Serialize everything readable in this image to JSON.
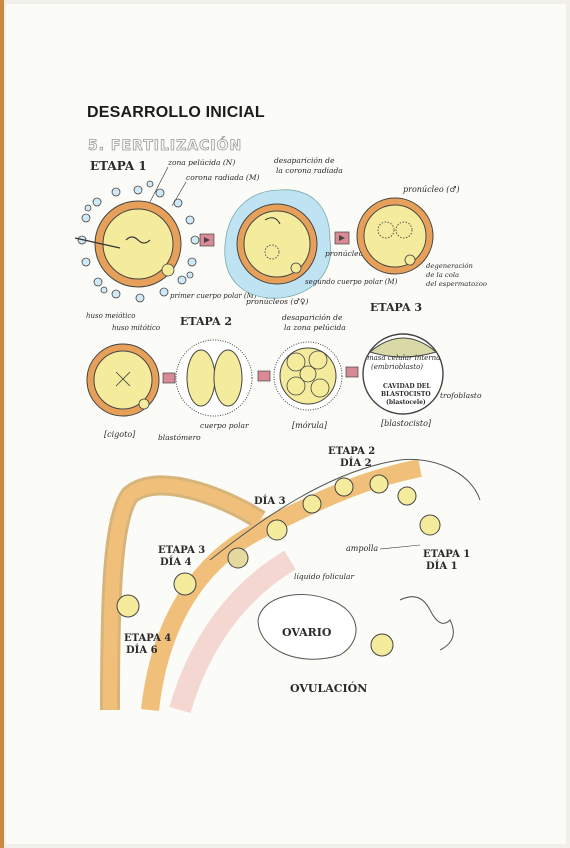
{
  "header": {
    "title": "DESARROLLO INICIAL",
    "section": "5. FERTILIZACIÓN"
  },
  "stages": {
    "etapa1": "ETAPA 1",
    "etapa2": "ETAPA 2",
    "etapa3": "ETAPA 3"
  },
  "labels": {
    "zona_pelucida": "zona pelúcida (N)",
    "corona_radiada": "corona radiada (M)",
    "desaparicion_corona": "desaparición de la corona radiada",
    "pronucleo_m": "pronúcleo (♂)",
    "pronucleo_f": "pronúcleo (♀)",
    "segundo_cuerpo_polar": "segundo cuerpo polar (M)",
    "primer_cuerpo_polar": "primer cuerpo polar (M)",
    "huso_meiotico": "huso meiótico",
    "pronucleos": "pronúcleos (♂♀)",
    "degeneracion": "degeneración de la cola del espermatozoo",
    "huso_mitotico": "huso mitótico",
    "desaparicion_zona": "desaparición de la zona pelúcida",
    "masa_celular": "masa celular interna (embrioblasto)",
    "cavidad": "CAVIDAD DEL BLASTOCISTO (blastocele)",
    "trofoblasto": "trofoblasto",
    "cigoto": "[cigoto]",
    "blastomero": "blastómero",
    "cuerpo_polar": "cuerpo polar",
    "morula": "[mórula]",
    "blastocisto": "[blastocisto]",
    "ampolla": "ampolla",
    "liquido": "líquido folicular",
    "ovario": "OVARIO",
    "ovulacion": "OVULACIÓN"
  },
  "tube": {
    "etapa2_dia2": [
      "ETAPA 2",
      "DÍA 2"
    ],
    "dia3": "DÍA 3",
    "etapa3_dia4": [
      "ETAPA 3",
      "DÍA 4"
    ],
    "etapa4_dia6": [
      "ETAPA 4",
      "DÍA 6"
    ],
    "etapa1_dia1": [
      "ETAPA 1",
      "DÍA 1"
    ]
  },
  "colors": {
    "yolk": "#f4ec9c",
    "zona": "#e6a05a",
    "corona": "#9fd3ea",
    "arrow": "#c45a6a",
    "tube_pink": "#f2c7c0",
    "tube_orange": "#f0c07a"
  }
}
